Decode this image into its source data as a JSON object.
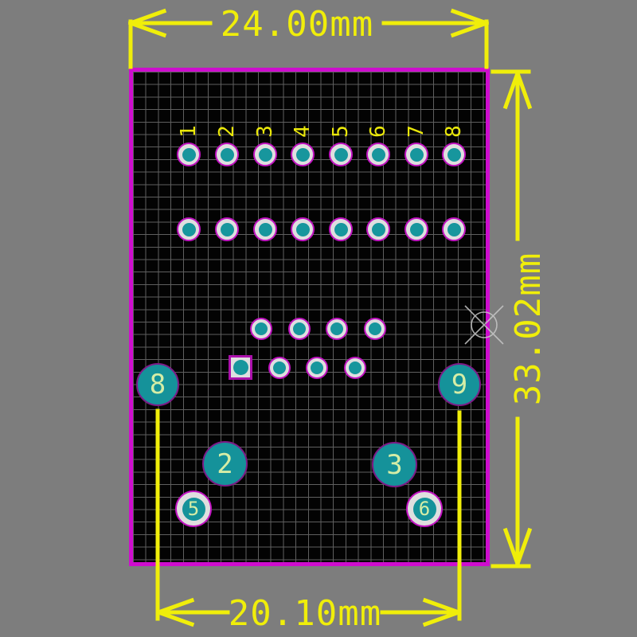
{
  "board": {
    "pin_numbers": [
      "1",
      "2",
      "3",
      "4",
      "5",
      "6",
      "7",
      "8"
    ],
    "pads": {
      "large_left": "8",
      "large_right": "9",
      "mid_left": "2",
      "mid_right": "3",
      "small_left": "5",
      "small_right": "6"
    }
  },
  "dimensions": {
    "top": {
      "label": "24.00mm"
    },
    "right": {
      "label": "33.02mm"
    },
    "bottom": {
      "label": "20.10mm"
    }
  },
  "icons": {
    "origin_marker": "crosshair-circle"
  },
  "colors": {
    "background": "#7d7d7d",
    "board_fill": "#030303",
    "grid_line": "#5f5f5f",
    "board_outline": "#ce0dce",
    "pad_ring": "#dfdfdf",
    "pad_hole_teal": "#17969d",
    "pad_outline_magenta": "#c013c0",
    "dimension_yellow": "#f0ee0a",
    "pad_label_green": "#d5eda6"
  }
}
